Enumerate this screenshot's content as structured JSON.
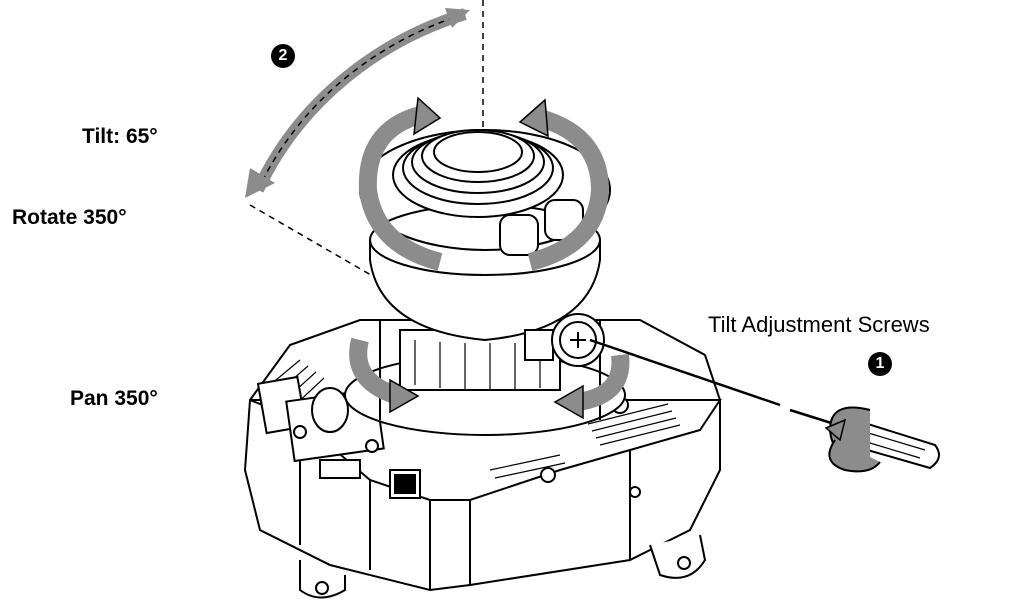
{
  "labels": {
    "tilt": "Tilt: 65°",
    "rotate": "Rotate 350°",
    "pan": "Pan 350°",
    "screws": "Tilt Adjustment Screws"
  },
  "steps": {
    "tilt_step": "2",
    "screw_step": "1"
  },
  "colors": {
    "arrow_gray": "#8c8c8c",
    "ink": "#000000",
    "paper": "#ffffff"
  },
  "icons": {
    "camera": "dome-camera-drawing",
    "screwdriver": "screwdriver-icon",
    "rotation": "curved-arrow-icon"
  }
}
